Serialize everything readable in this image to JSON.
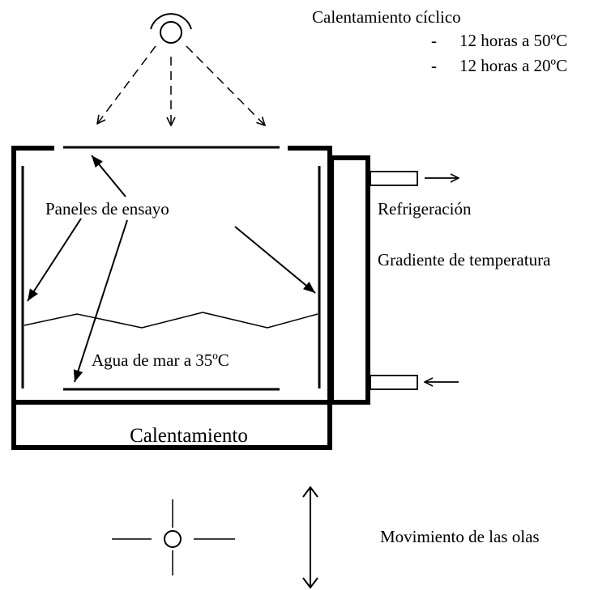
{
  "cycle": {
    "title": "Calentamiento cíclico",
    "items": [
      {
        "dash": "-",
        "text": "12 horas a 50ºC"
      },
      {
        "dash": "-",
        "text": "12 horas a 20ºC"
      }
    ]
  },
  "labels": {
    "test_panels": "Paneles de ensayo",
    "seawater": "Agua de mar a 35ºC",
    "heating": "Calentamiento",
    "cooling": "Refrigeración",
    "temperature_gradient": "Gradiente de temperatura",
    "wave_motion": "Movimiento de las olas"
  },
  "icons": {
    "lamp": "lamp-icon",
    "outflow_arrow": "arrow-right-icon",
    "inflow_arrow": "arrow-left-icon",
    "wave_arrow": "double-arrow-vertical-icon",
    "pivot": "pivot-crosshair-icon"
  },
  "colors": {
    "ink": "#000000",
    "background": "#ffffff"
  }
}
